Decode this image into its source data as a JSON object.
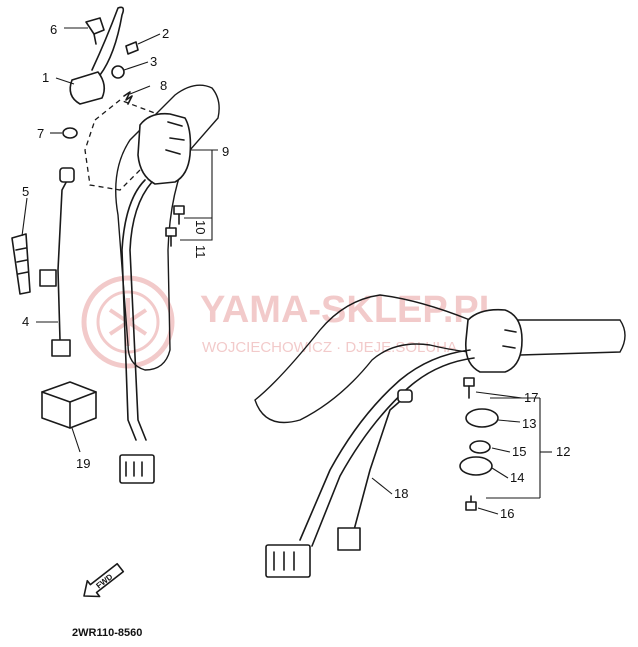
{
  "watermark": {
    "brand": "YAMA-SKLEP.PL",
    "subtitle": "WOJCIECHOWICZ · DJEJE.SOLUHA",
    "color": "#e8a0a0"
  },
  "callouts": {
    "p1": "1",
    "p2": "2",
    "p3": "3",
    "p4": "4",
    "p5": "5",
    "p6": "6",
    "p7": "7",
    "p8": "8",
    "p9": "9",
    "p10": "10",
    "p11": "11",
    "p12": "12",
    "p13": "13",
    "p14": "14",
    "p15": "15",
    "p16": "16",
    "p17": "17",
    "p18": "18",
    "p19": "19"
  },
  "fwd_label": "FWD",
  "diagram_code": "2WR110-8560"
}
